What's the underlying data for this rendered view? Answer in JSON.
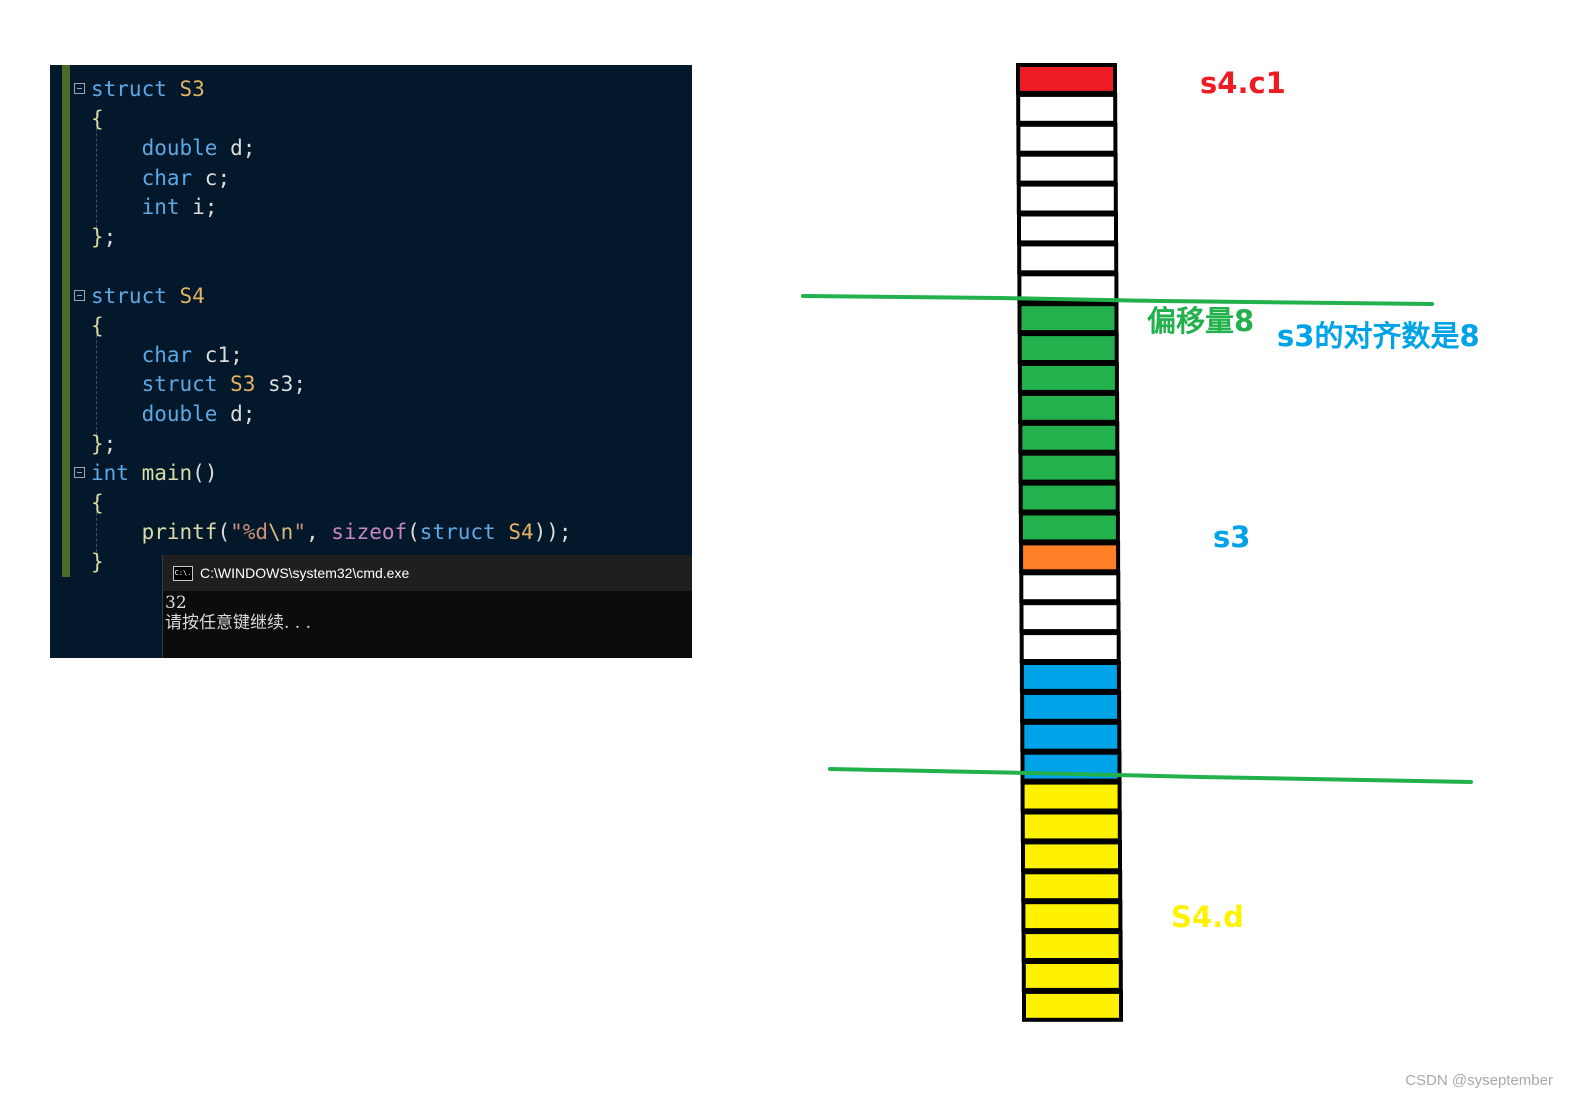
{
  "editor": {
    "lines": [
      {
        "fold": true,
        "parts": [
          [
            "kw",
            "struct"
          ],
          [
            "ident",
            " "
          ],
          [
            "ty",
            "S3"
          ]
        ]
      },
      {
        "fold": false,
        "parts": [
          [
            "brace",
            "{"
          ]
        ]
      },
      {
        "fold": false,
        "parts": [
          [
            "ident",
            "    "
          ],
          [
            "kw",
            "double"
          ],
          [
            "ident",
            " d;"
          ]
        ]
      },
      {
        "fold": false,
        "parts": [
          [
            "ident",
            "    "
          ],
          [
            "kw",
            "char"
          ],
          [
            "ident",
            " c;"
          ]
        ]
      },
      {
        "fold": false,
        "parts": [
          [
            "ident",
            "    "
          ],
          [
            "kw",
            "int"
          ],
          [
            "ident",
            " i;"
          ]
        ]
      },
      {
        "fold": false,
        "parts": [
          [
            "brace",
            "}"
          ],
          [
            "ident",
            ";"
          ]
        ]
      },
      {
        "fold": false,
        "parts": []
      },
      {
        "fold": true,
        "parts": [
          [
            "kw",
            "struct"
          ],
          [
            "ident",
            " "
          ],
          [
            "ty",
            "S4"
          ]
        ]
      },
      {
        "fold": false,
        "parts": [
          [
            "brace",
            "{"
          ]
        ]
      },
      {
        "fold": false,
        "parts": [
          [
            "ident",
            "    "
          ],
          [
            "kw",
            "char"
          ],
          [
            "ident",
            " c1;"
          ]
        ]
      },
      {
        "fold": false,
        "parts": [
          [
            "ident",
            "    "
          ],
          [
            "kw",
            "struct"
          ],
          [
            "ident",
            " "
          ],
          [
            "ty",
            "S3"
          ],
          [
            "ident",
            " s3;"
          ]
        ]
      },
      {
        "fold": false,
        "parts": [
          [
            "ident",
            "    "
          ],
          [
            "kw",
            "double"
          ],
          [
            "ident",
            " d;"
          ]
        ]
      },
      {
        "fold": false,
        "parts": [
          [
            "brace",
            "}"
          ],
          [
            "ident",
            ";"
          ]
        ]
      },
      {
        "fold": true,
        "parts": [
          [
            "kw",
            "int"
          ],
          [
            "ident",
            " "
          ],
          [
            "fn",
            "main"
          ],
          [
            "ident",
            "()"
          ]
        ]
      },
      {
        "fold": false,
        "parts": [
          [
            "brace",
            "{"
          ]
        ]
      },
      {
        "fold": false,
        "parts": [
          [
            "ident",
            "    "
          ],
          [
            "fn",
            "printf"
          ],
          [
            "ident",
            "("
          ],
          [
            "str",
            "\"%d"
          ],
          [
            "esc",
            "\\n"
          ],
          [
            "str",
            "\""
          ],
          [
            "ident",
            ", "
          ],
          [
            "mac",
            "sizeof"
          ],
          [
            "ident",
            "("
          ],
          [
            "kw",
            "struct"
          ],
          [
            "ident",
            " "
          ],
          [
            "ty",
            "S4"
          ],
          [
            "ident",
            "));"
          ]
        ]
      },
      {
        "fold": false,
        "parts": [
          [
            "brace",
            "}"
          ]
        ]
      }
    ]
  },
  "console": {
    "title": "C:\\WINDOWS\\system32\\cmd.exe",
    "icon": "C:\\.",
    "output_line1": "32",
    "output_line2": "请按任意键继续. . ."
  },
  "diagram": {
    "cells": [
      "red",
      "white",
      "white",
      "white",
      "white",
      "white",
      "white",
      "white",
      "green",
      "green",
      "green",
      "green",
      "green",
      "green",
      "green",
      "green",
      "orange",
      "white",
      "white",
      "white",
      "blue",
      "blue",
      "blue",
      "blue",
      "yellow",
      "yellow",
      "yellow",
      "yellow",
      "yellow",
      "yellow",
      "yellow",
      "yellow"
    ],
    "colors": {
      "red": "#ed1c24",
      "white": "#ffffff",
      "green": "#22b14c",
      "orange": "#ff7f27",
      "blue": "#00a2e8",
      "yellow": "#fff200",
      "line": "#22b14c"
    },
    "labels": {
      "c1": "s4.c1",
      "offset": "偏移量8",
      "align": "s3的对齐数是8",
      "s3": "s3",
      "d": "S4.d"
    }
  },
  "watermark": "CSDN @syseptember"
}
